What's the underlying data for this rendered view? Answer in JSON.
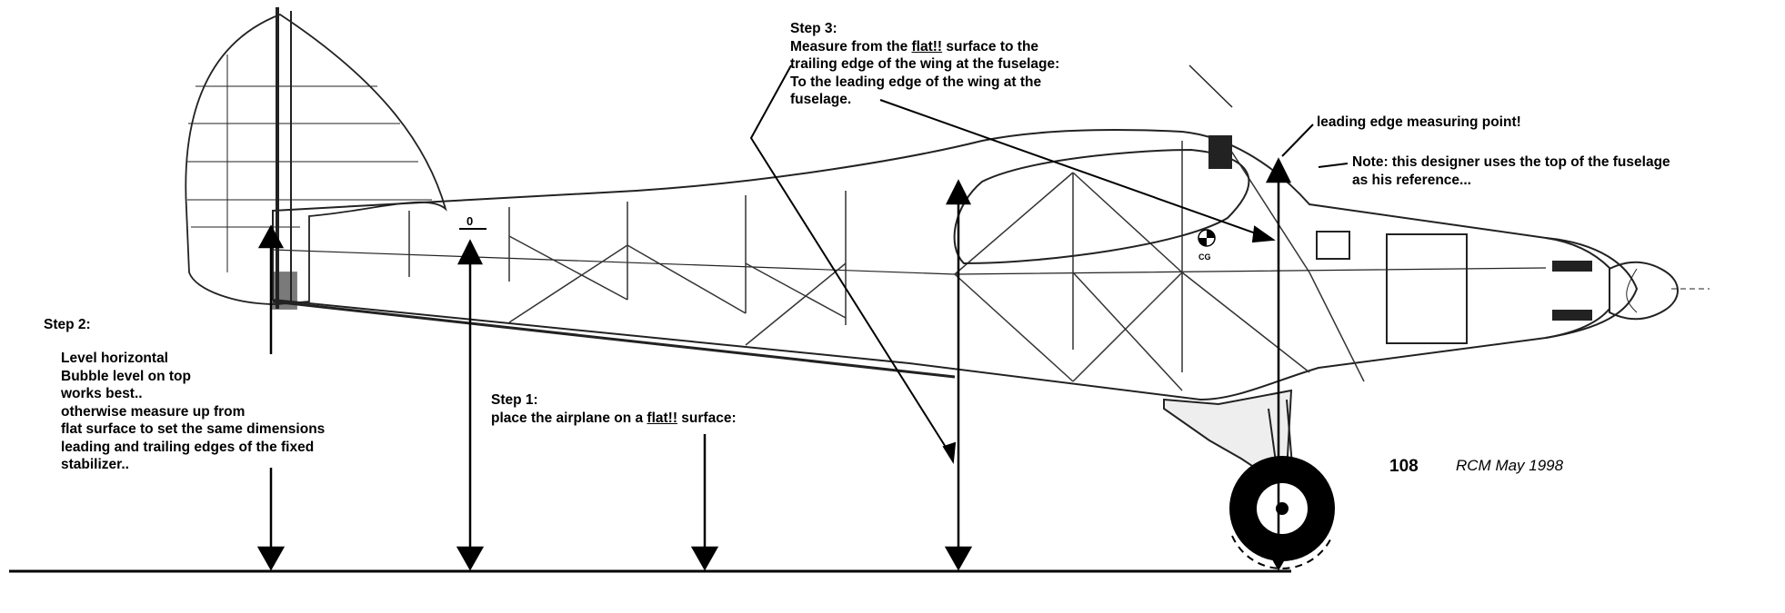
{
  "step2": {
    "title": "Step 2:",
    "lines": [
      "Level horizontal",
      "Bubble level on top",
      "works best..",
      "otherwise measure up from",
      "flat surface to set the same dimensions",
      "leading and trailing edges of the fixed",
      "stabilizer.."
    ]
  },
  "step1": {
    "title": "Step 1:",
    "pre": "place the airplane on a ",
    "flat": "flat!!",
    "post": " surface:"
  },
  "step3": {
    "title": "Step 3:",
    "line1_pre": "Measure from the ",
    "flat": "flat!!",
    "line1_post": " surface to the",
    "line2": "trailing edge of the wing at the fuselage:",
    "line3": "To the leading edge of the wing at the",
    "line4": "fuselage."
  },
  "leading_edge_note": "leading edge measuring point!",
  "reference_note": [
    "Note: this designer uses the top of the fuselage",
    "as his reference..."
  ],
  "page_number": "108",
  "credit": "RCM May 1998",
  "drawing_labels": {
    "zero_mark": "0",
    "cg_label": "CG"
  },
  "colors": {
    "ink": "#000000",
    "paper": "#ffffff",
    "line": "#222222"
  }
}
